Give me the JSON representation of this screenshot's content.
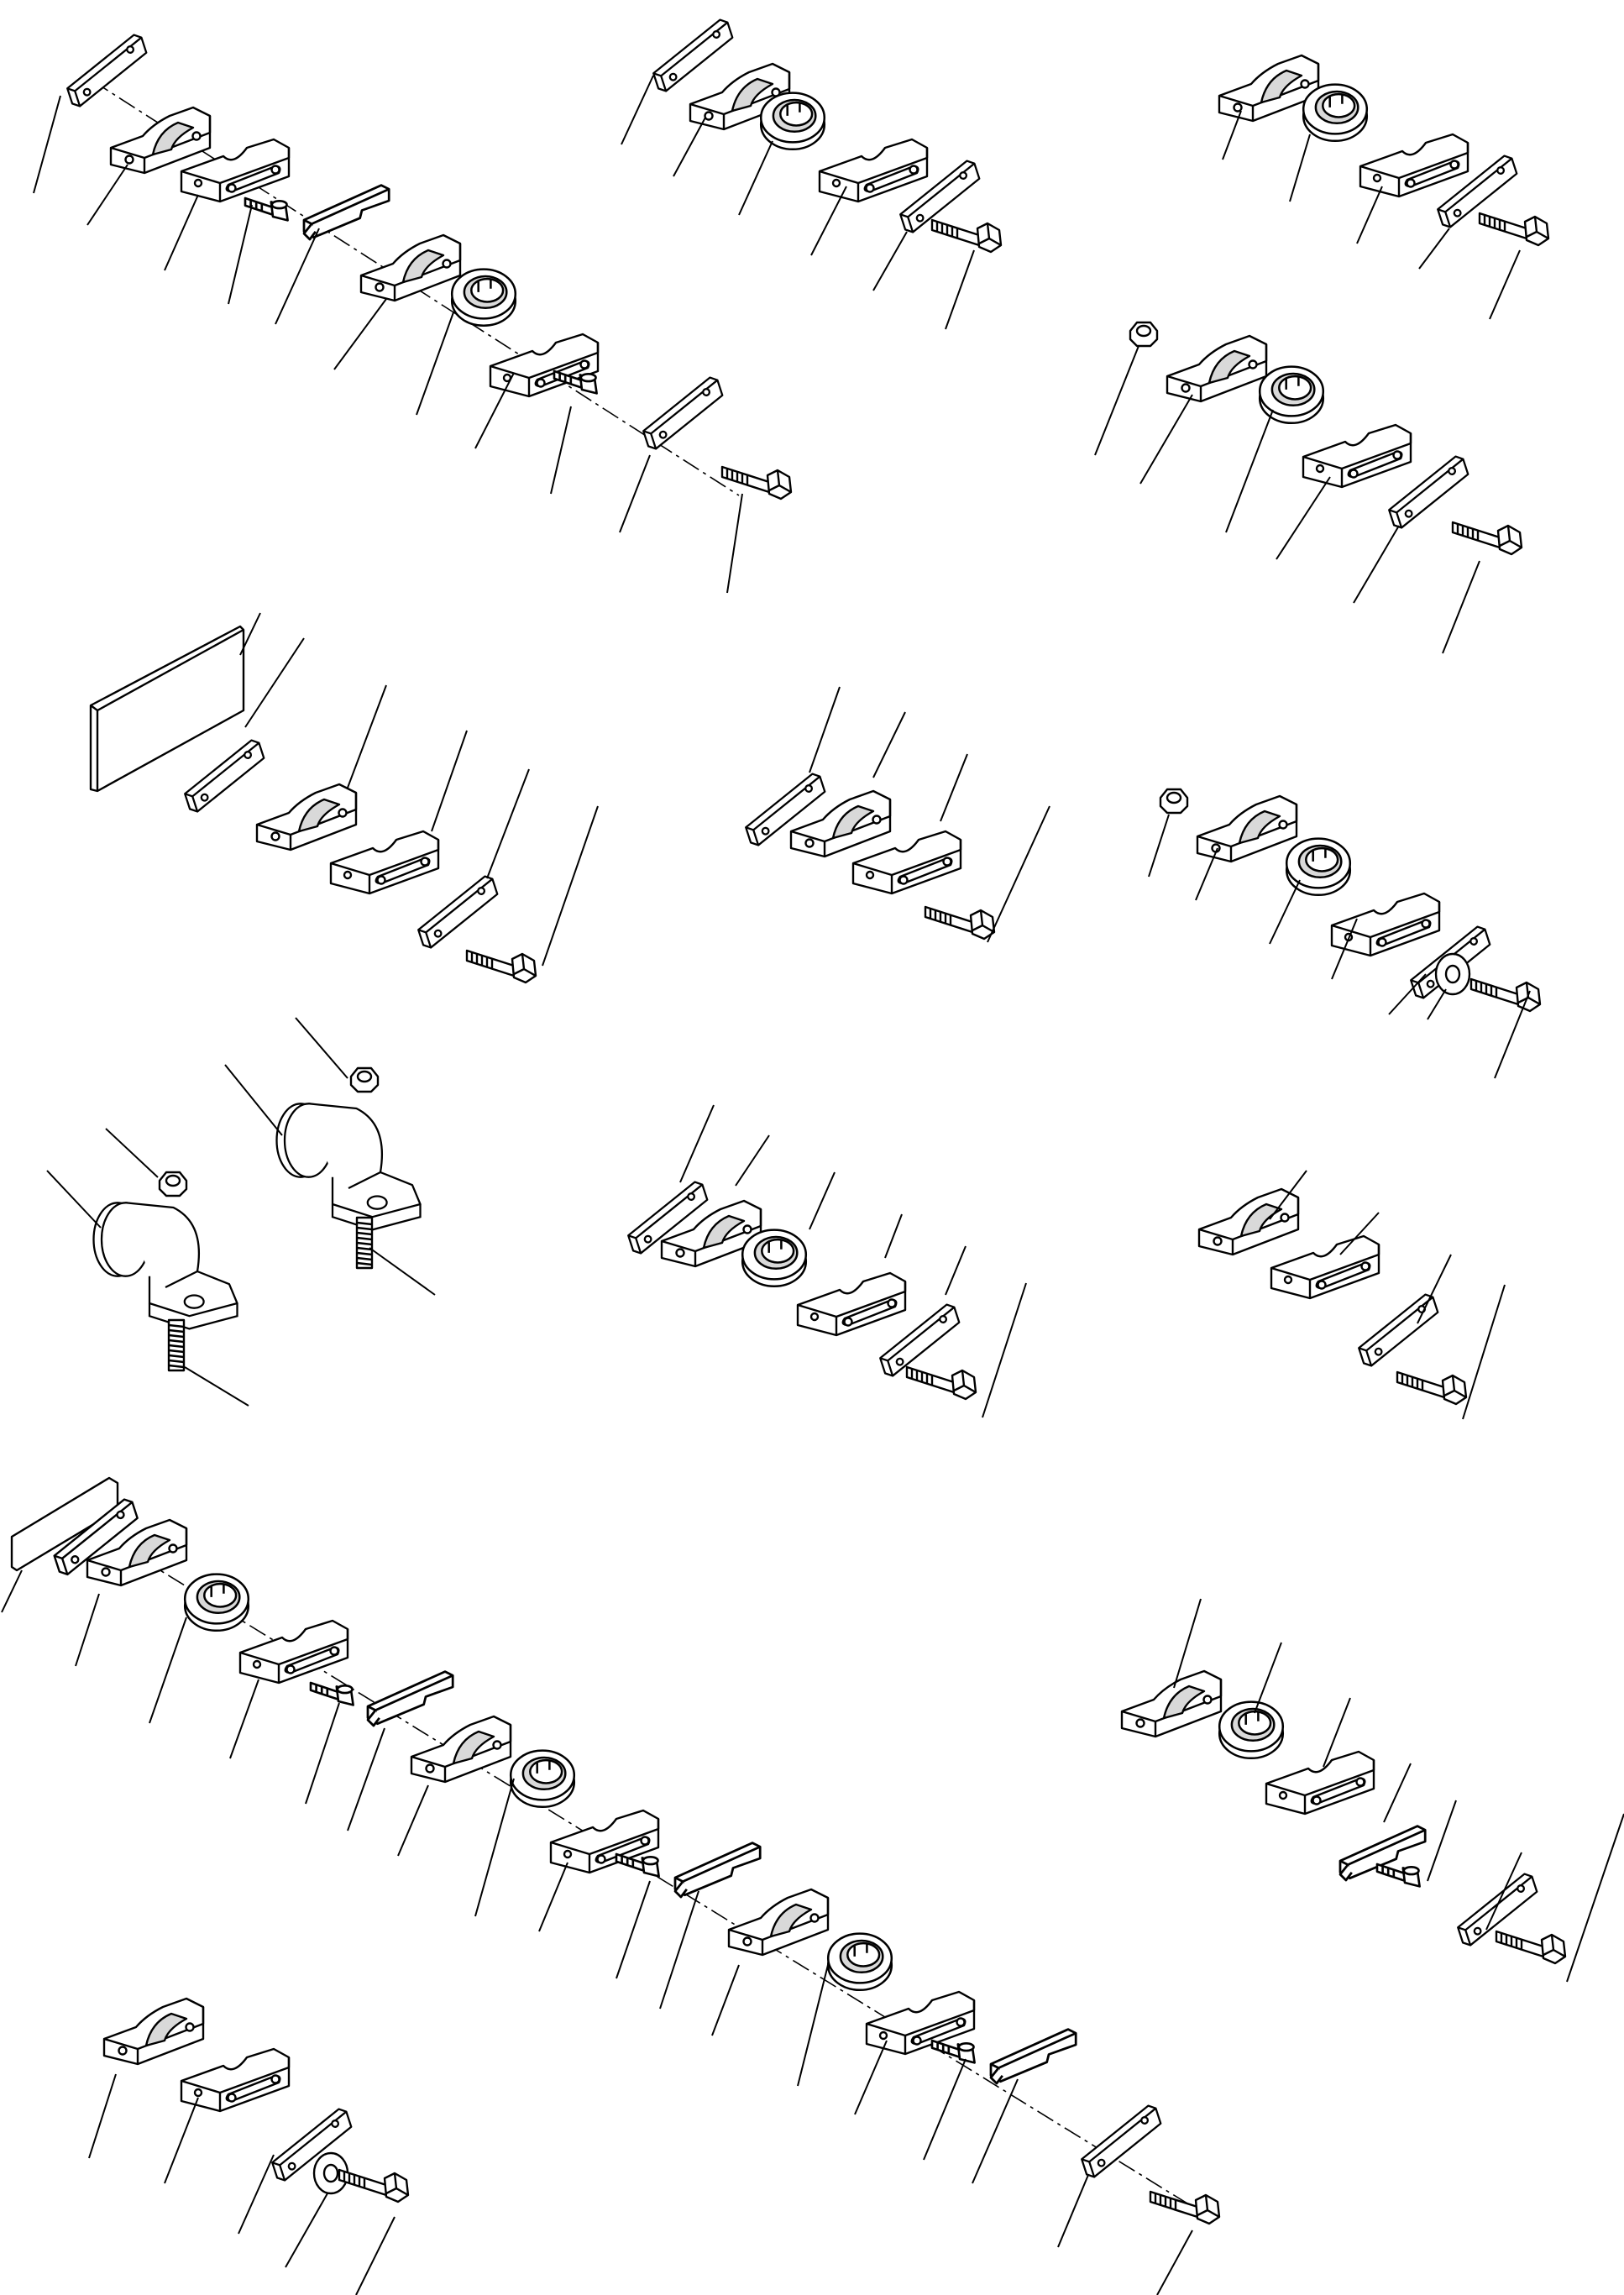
{
  "figure": {
    "kind": "exploded parts diagram (clamp assemblies)",
    "text": []
  },
  "assemblies": [
    {
      "id": "A",
      "name": "assembly-top-left"
    },
    {
      "id": "B",
      "name": "assembly-top-center"
    },
    {
      "id": "C",
      "name": "assembly-top-right"
    },
    {
      "id": "D",
      "name": "assembly-right-upper"
    },
    {
      "id": "E",
      "name": "assembly-mid-left"
    },
    {
      "id": "F",
      "name": "assembly-mid-center"
    },
    {
      "id": "G",
      "name": "assembly-mid-right"
    },
    {
      "id": "H",
      "name": "assembly-p-clamps"
    },
    {
      "id": "I",
      "name": "assembly-lower-center"
    },
    {
      "id": "J",
      "name": "assembly-lower-right"
    },
    {
      "id": "K",
      "name": "assembly-bottom-long"
    },
    {
      "id": "L",
      "name": "assembly-bottom-right"
    },
    {
      "id": "M",
      "name": "assembly-bottom-left"
    }
  ]
}
